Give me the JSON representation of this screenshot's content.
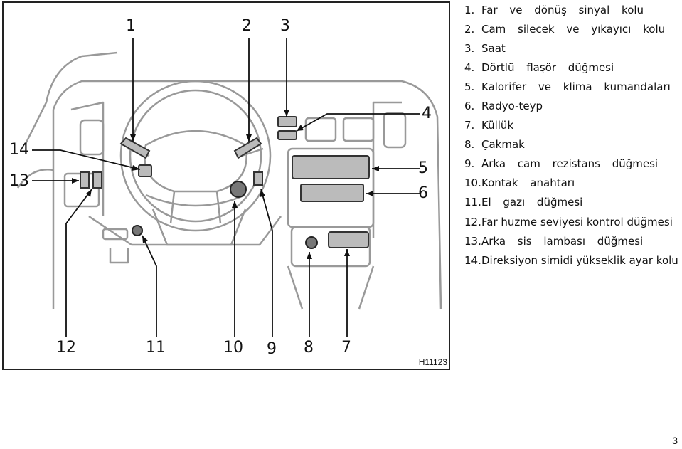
{
  "figure": {
    "callouts": [
      "1",
      "2",
      "3",
      "4",
      "5",
      "6",
      "7",
      "8",
      "9",
      "10",
      "11",
      "12",
      "13",
      "14"
    ],
    "code": "H11123"
  },
  "legend": [
    {
      "num": "1.",
      "text": "Far ve dönüş sinyal kolu"
    },
    {
      "num": "2.",
      "text": "Cam silecek ve yıkayıcı kolu"
    },
    {
      "num": "3.",
      "text": "Saat"
    },
    {
      "num": "4.",
      "text": "Dörtlü flaşör düğmesi"
    },
    {
      "num": "5.",
      "text": "Kalorifer ve klima kumandaları"
    },
    {
      "num": "6.",
      "text": "Radyo-teyp"
    },
    {
      "num": "7.",
      "text": "Küllük"
    },
    {
      "num": "8.",
      "text": "Çakmak"
    },
    {
      "num": "9.",
      "text": "Arka cam rezistans düğmesi"
    },
    {
      "num": "10.",
      "text": "Kontak anahtarı"
    },
    {
      "num": "11.",
      "text": "El gazı düğmesi"
    },
    {
      "num": "12.",
      "text": "Far huzme seviyesi kontrol düğmesi"
    },
    {
      "num": "13.",
      "text": "Arka sis lambası düğmesi"
    },
    {
      "num": "14.",
      "text": "Direksiyon simidi yükseklik ayar kolu"
    }
  ],
  "page_number": "3"
}
